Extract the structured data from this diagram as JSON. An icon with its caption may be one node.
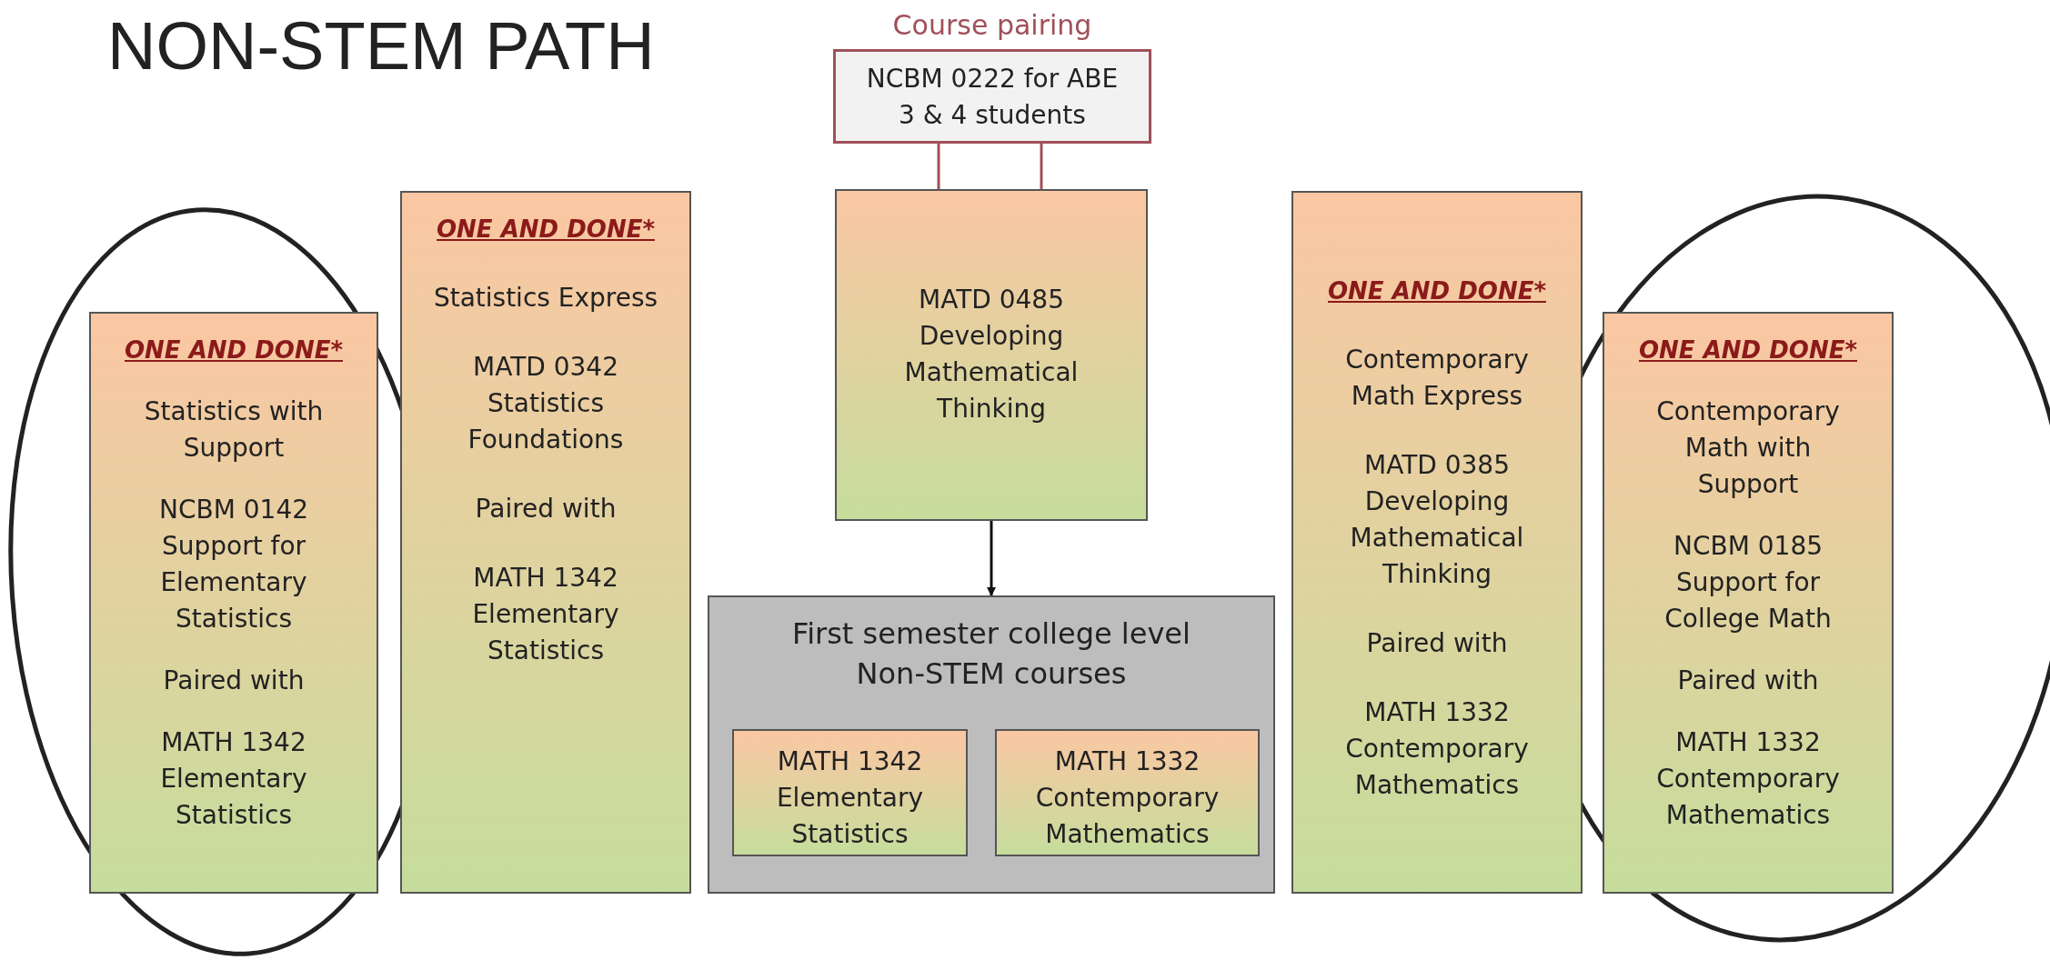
{
  "diagram": {
    "title": "NON-STEM PATH",
    "nodes": [
      {
        "text": [
          "Course pairing",
          "NCBM 0222 for ABE 3 & 4 students"
        ]
      },
      {
        "text": [
          "ONE AND DONE*",
          "Statistics with Support",
          "NCBM 0142 Support for Elementary Statistics",
          "Paired with",
          "MATH 1342 Elementary Statistics"
        ]
      },
      {
        "text": [
          "ONE AND DONE*",
          "Statistics Express",
          "MATD 0342 Statistics Foundations",
          "Paired with",
          "MATH 1342 Elementary Statistics"
        ]
      },
      {
        "text": [
          "MATD 0485 Developing Mathematical Thinking"
        ]
      },
      {
        "text": [
          "First semester college level Non-STEM courses"
        ]
      },
      {
        "text": [
          "MATH 1342 Elementary Statistics"
        ],
        "in": 4
      },
      {
        "text": [
          "MATH 1332 Contemporary Mathematics"
        ],
        "in": 4
      },
      {
        "text": [
          "ONE AND DONE*",
          "Contemporary Math Express",
          "MATD 0385 Developing Mathematical Thinking",
          "Paired with",
          "MATH 1332 Contemporary Mathematics"
        ]
      },
      {
        "text": [
          "ONE AND DONE*",
          "Contemporary Math with Support",
          "NCBM 0185 Support for College Math",
          "Paired with",
          "MATH 1332 Contemporary Mathematics"
        ]
      }
    ],
    "edges": [
      {
        "from": 0,
        "to": 3,
        "arrow": "none"
      },
      {
        "from": 0,
        "to": 3,
        "arrow": "none"
      },
      {
        "from": 3,
        "to": 4,
        "arrow": "to",
        "color": "#111111"
      }
    ]
  }
}
